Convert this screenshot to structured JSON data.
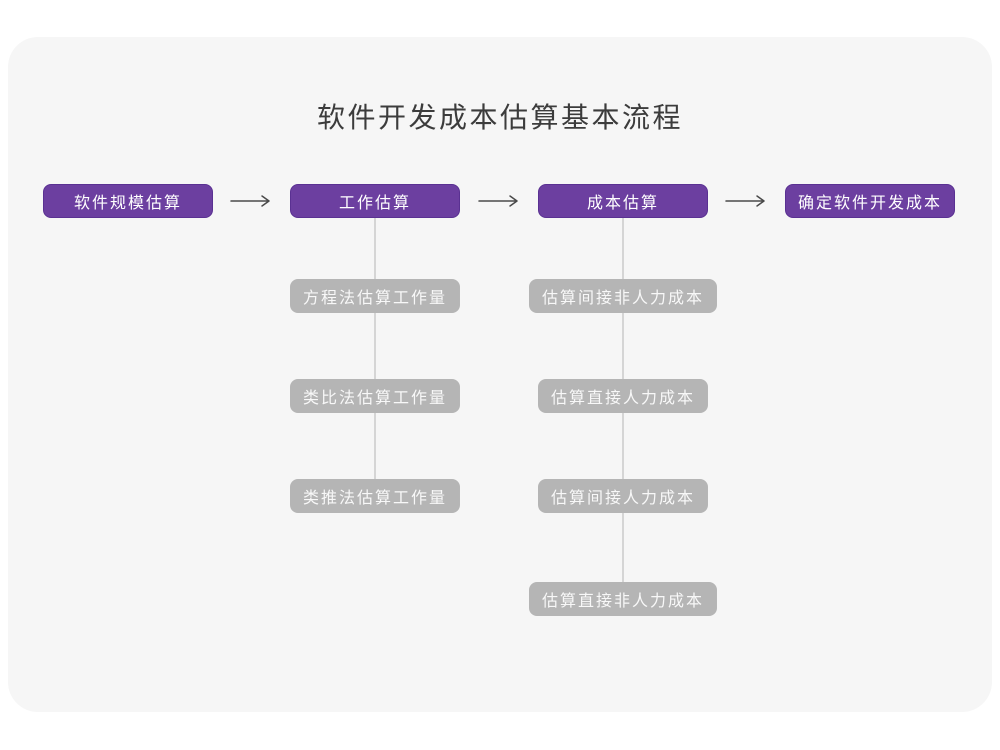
{
  "title": "软件开发成本估算基本流程",
  "flow_steps": [
    "软件规模估算",
    "工作估算",
    "成本估算",
    "确定软件开发成本"
  ],
  "work_estimation_methods": [
    "方程法估算工作量",
    "类比法估算工作量",
    "类推法估算工作量"
  ],
  "cost_estimation_items": [
    "估算间接非人力成本",
    "估算直接人力成本",
    "估算间接人力成本",
    "估算直接非人力成本"
  ],
  "colors": {
    "accent_purple": "#6C3FA0",
    "accent_purple_border": "#5A3192",
    "sub_node_gray": "#B5B5B5",
    "connector_line_gray": "#D5D5D5",
    "arrow_gray": "#4A4A4A",
    "canvas_gray": "#F6F6F6",
    "page_white": "#FFFFFF",
    "title_text": "#3C3C3C",
    "node_text": "#FFFFFF"
  }
}
